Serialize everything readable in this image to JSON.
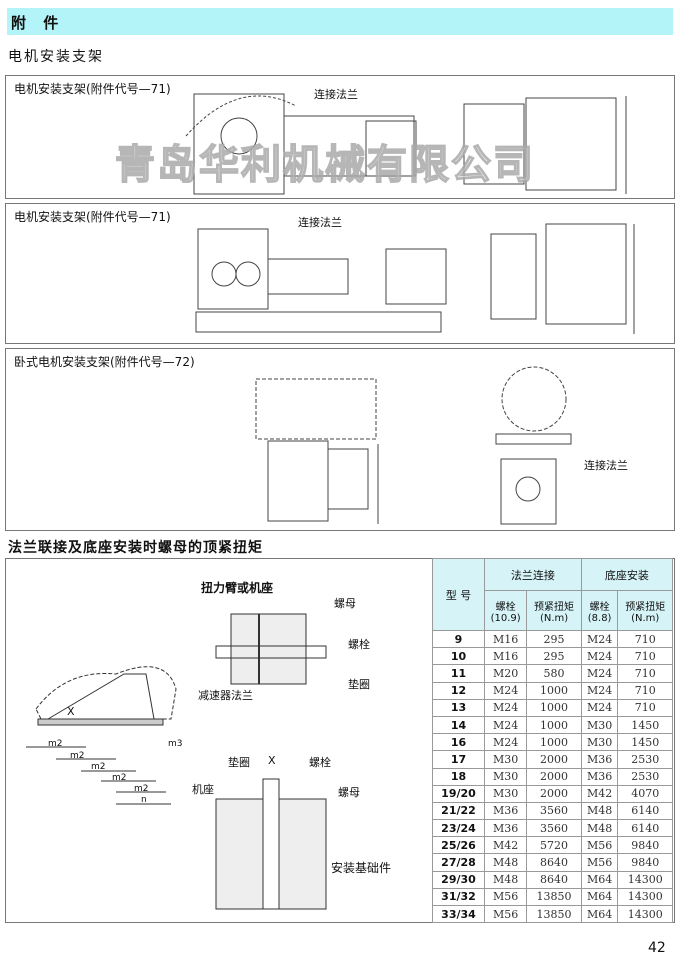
{
  "header": {
    "title": "附 件"
  },
  "section1": {
    "title": "电机安装支架"
  },
  "panels": [
    {
      "title": "电机安装支架(附件代号—71)",
      "label": "连接法兰"
    },
    {
      "title": "电机安装支架(附件代号—71)",
      "label": "连接法兰"
    },
    {
      "title": "卧式电机安装支架(附件代号—72)",
      "label": "连接法兰"
    }
  ],
  "watermark": "青岛华利机械有限公司",
  "section2": {
    "title": "法兰联接及底座安装时螺母的顶紧扭矩"
  },
  "diagram": {
    "torque_arm": "扭力臂或机座",
    "nut": "螺母",
    "bolt": "螺栓",
    "washer": "垫圈",
    "reducer_flange": "减速器法兰",
    "x": "X",
    "m2": "m2",
    "m3": "m3",
    "n": "n",
    "base": "机座",
    "foundation": "安装基础件"
  },
  "table": {
    "model_header": "型 号",
    "group1": "法兰连接",
    "group2": "底座安装",
    "sub": [
      "螺栓(10.9)",
      "预紧扭矩(N.m)",
      "螺栓(8.8)",
      "预紧扭矩(N.m)"
    ],
    "rows": [
      [
        "9",
        "M16",
        "295",
        "M24",
        "710"
      ],
      [
        "10",
        "M16",
        "295",
        "M24",
        "710"
      ],
      [
        "11",
        "M20",
        "580",
        "M24",
        "710"
      ],
      [
        "12",
        "M24",
        "1000",
        "M24",
        "710"
      ],
      [
        "13",
        "M24",
        "1000",
        "M24",
        "710"
      ],
      [
        "14",
        "M24",
        "1000",
        "M30",
        "1450"
      ],
      [
        "16",
        "M24",
        "1000",
        "M30",
        "1450"
      ],
      [
        "17",
        "M30",
        "2000",
        "M36",
        "2530"
      ],
      [
        "18",
        "M30",
        "2000",
        "M36",
        "2530"
      ],
      [
        "19/20",
        "M30",
        "2000",
        "M42",
        "4070"
      ],
      [
        "21/22",
        "M36",
        "3560",
        "M48",
        "6140"
      ],
      [
        "23/24",
        "M36",
        "3560",
        "M48",
        "6140"
      ],
      [
        "25/26",
        "M42",
        "5720",
        "M56",
        "9840"
      ],
      [
        "27/28",
        "M48",
        "8640",
        "M56",
        "9840"
      ],
      [
        "29/30",
        "M48",
        "8640",
        "M64",
        "14300"
      ],
      [
        "31/32",
        "M56",
        "13850",
        "M64",
        "14300"
      ],
      [
        "33/34",
        "M56",
        "13850",
        "M64",
        "14300"
      ]
    ]
  },
  "page_number": "42"
}
